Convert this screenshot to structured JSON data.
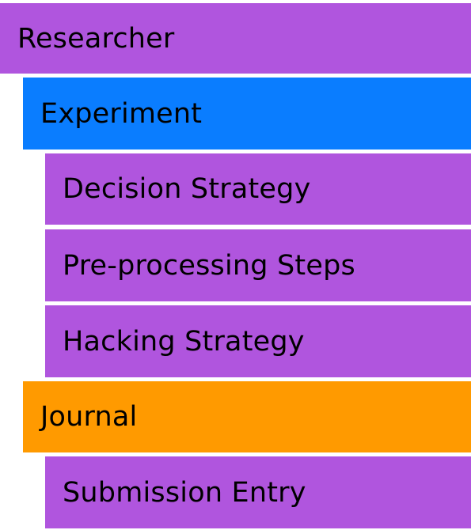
{
  "colors": {
    "purple": "#b055de",
    "blue": "#0a7dff",
    "orange": "#ff9a00",
    "text": "#000000"
  },
  "tree": {
    "root": {
      "label": "Researcher",
      "color": "purple"
    },
    "experiment": {
      "label": "Experiment",
      "color": "blue",
      "children": [
        {
          "label": "Decision Strategy",
          "color": "purple"
        },
        {
          "label": "Pre-processing Steps",
          "color": "purple"
        },
        {
          "label": "Hacking Strategy",
          "color": "purple"
        }
      ]
    },
    "journal": {
      "label": "Journal",
      "color": "orange",
      "children": [
        {
          "label": "Submission Entry",
          "color": "purple"
        }
      ]
    }
  }
}
